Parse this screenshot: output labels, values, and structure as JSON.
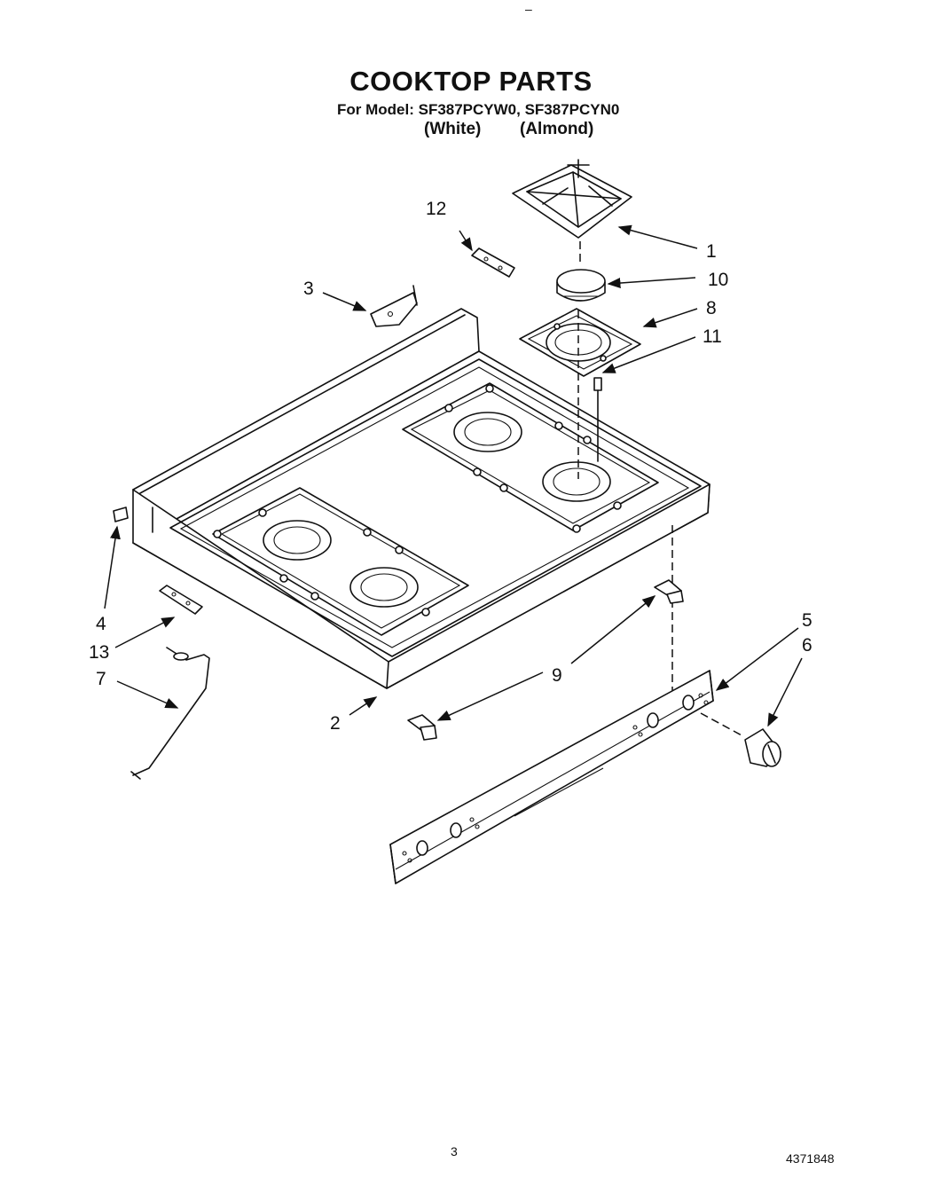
{
  "header": {
    "mark": "–",
    "title": "COOKTOP PARTS",
    "models_line": "For Model: SF387PCYW0, SF387PCYN0",
    "variant_white": "(White)",
    "variant_almond": "(Almond)"
  },
  "callouts": {
    "c1": "1",
    "c2": "2",
    "c3": "3",
    "c4": "4",
    "c5": "5",
    "c6": "6",
    "c7": "7",
    "c8": "8",
    "c9": "9",
    "c10": "10",
    "c11": "11",
    "c12": "12",
    "c13": "13"
  },
  "footer": {
    "page_number": "3",
    "doc_number": "4371848"
  }
}
